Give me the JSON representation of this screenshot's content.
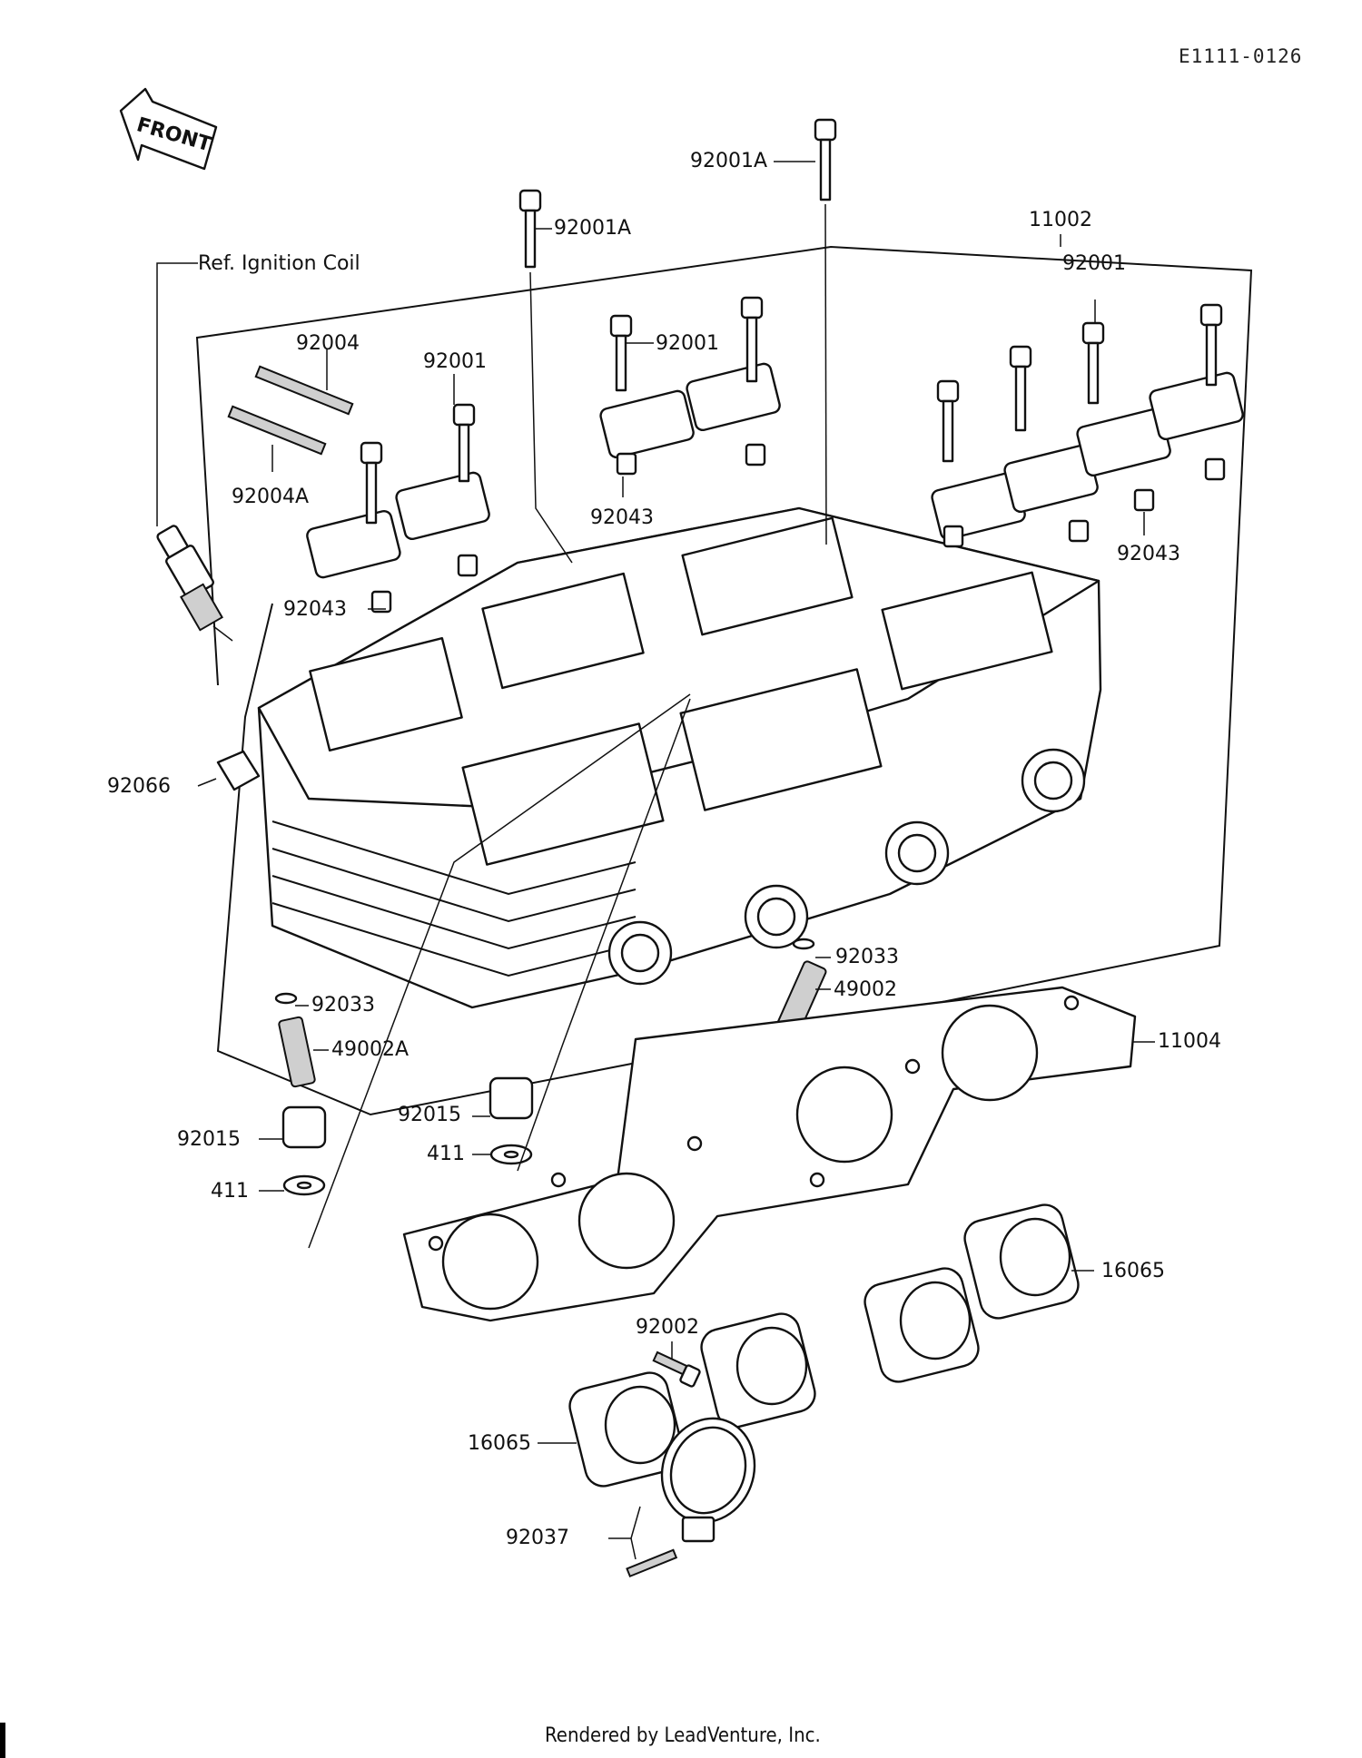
{
  "code": "E1111-0126",
  "front_label": "FRONT",
  "ref_label": "Ref. Ignition Coil",
  "footer": "Rendered by LeadVenture, Inc.",
  "labels": {
    "p92001A_top": "92001A",
    "p92001A_mid": "92001A",
    "p11002": "11002",
    "p92001_right": "92001",
    "p92004": "92004",
    "p92001_left": "92001",
    "p92001_center": "92001",
    "p92004A": "92004A",
    "p92043_center": "92043",
    "p92043_right": "92043",
    "p92043_left": "92043",
    "p92066": "92066",
    "p92033_right": "92033",
    "p49002": "49002",
    "p92033_left": "92033",
    "p49002A": "49002A",
    "p11004": "11004",
    "p92015_center": "92015",
    "p411_center": "411",
    "p92015_left": "92015",
    "p411_left": "411",
    "p16065_right": "16065",
    "p92002": "92002",
    "p16065_left": "16065",
    "p92037": "92037"
  }
}
